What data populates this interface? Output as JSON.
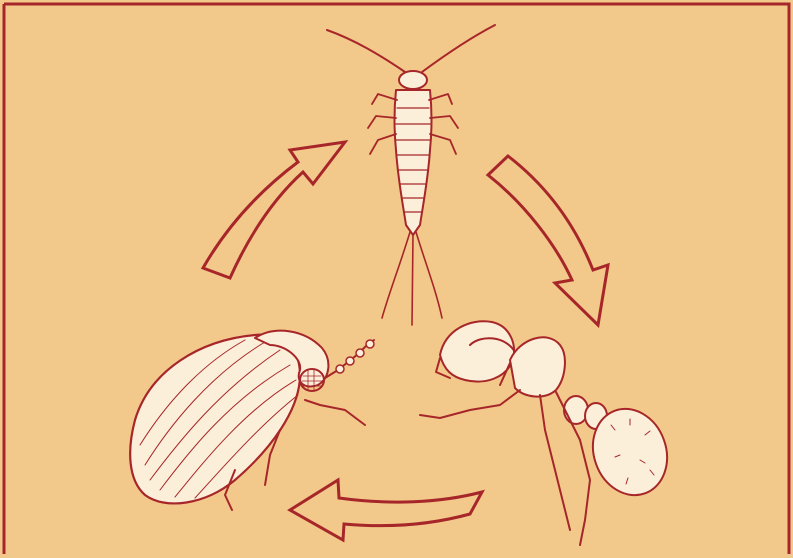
{
  "colors": {
    "background": "#f2c98a",
    "ink": "#a7262a",
    "body_fill": "#fbefd9"
  },
  "diagram": {
    "kind": "cycle",
    "nodes": [
      {
        "id": "silverfish",
        "icon": "silverfish-icon",
        "position": "top"
      },
      {
        "id": "ant",
        "icon": "ant-icon",
        "position": "bottom-right"
      },
      {
        "id": "beetle",
        "icon": "beetle-icon",
        "position": "bottom-left"
      }
    ],
    "edges": [
      {
        "from": "beetle",
        "to": "silverfish",
        "icon": "curved-arrow-icon"
      },
      {
        "from": "silverfish",
        "to": "ant",
        "icon": "curved-arrow-icon"
      },
      {
        "from": "ant",
        "to": "beetle",
        "icon": "curved-arrow-icon"
      }
    ]
  }
}
